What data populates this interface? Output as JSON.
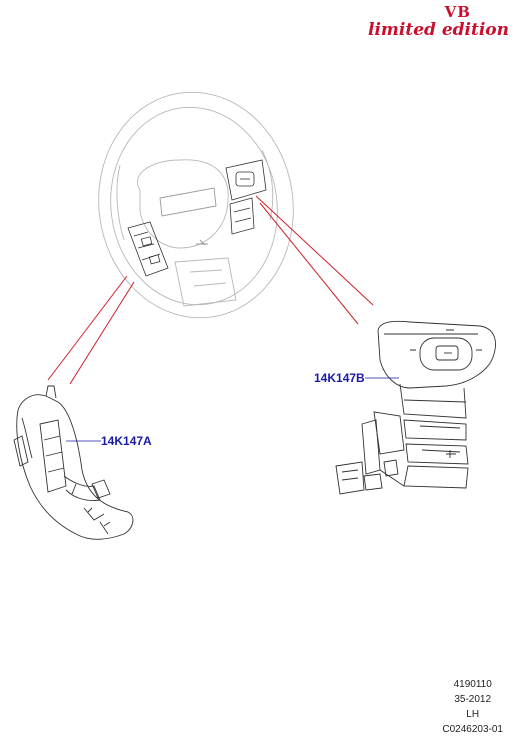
{
  "brand": {
    "top": "VB",
    "subtitle": "limited edition"
  },
  "callouts": {
    "left": "14K147A",
    "right": "14K147B"
  },
  "footer": {
    "line1": "4190110",
    "line2": "35-2012",
    "line3": "LH",
    "line4": "C0246203-01"
  },
  "colors": {
    "leader": "#d0202a",
    "callout_text": "#1a1aa6",
    "brand": "#c8102e",
    "drawing": "#333333"
  }
}
